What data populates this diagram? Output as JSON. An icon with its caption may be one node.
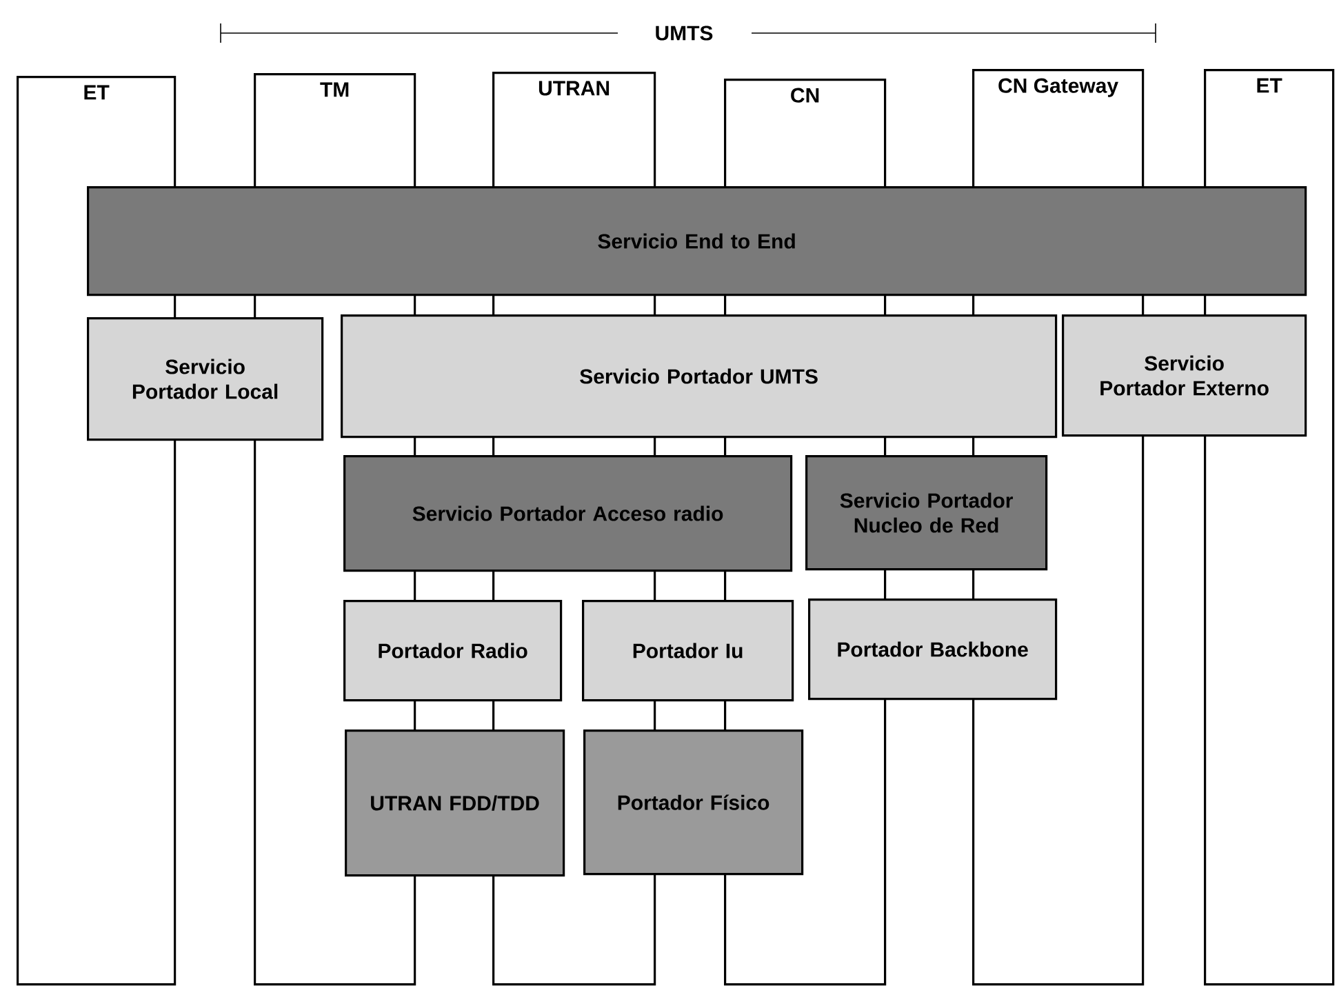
{
  "diagram": {
    "nodes": [
      {
        "text": [
          "ET"
        ]
      },
      {
        "text": [
          "TM"
        ]
      },
      {
        "text": [
          "UTRAN"
        ]
      },
      {
        "text": [
          "CN"
        ]
      },
      {
        "text": [
          "CN Gateway"
        ]
      },
      {
        "text": [
          "ET"
        ]
      },
      {
        "text": [
          "Servicio End to End"
        ]
      },
      {
        "text": [
          "Servicio Portador Local"
        ]
      },
      {
        "text": [
          "Servicio Portador UMTS"
        ]
      },
      {
        "text": [
          "Servicio Portador Externo"
        ]
      },
      {
        "text": [
          "Servicio Portador Acceso radio"
        ]
      },
      {
        "text": [
          "Servicio Portador Nucleo de Red"
        ]
      },
      {
        "text": [
          "Portador Radio"
        ]
      },
      {
        "text": [
          "Portador Iu"
        ]
      },
      {
        "text": [
          "Portador Backbone"
        ]
      },
      {
        "text": [
          "UTRAN FDD/TDD"
        ]
      },
      {
        "text": [
          "Portador Físico"
        ]
      }
    ],
    "labels": [
      "UMTS"
    ]
  }
}
